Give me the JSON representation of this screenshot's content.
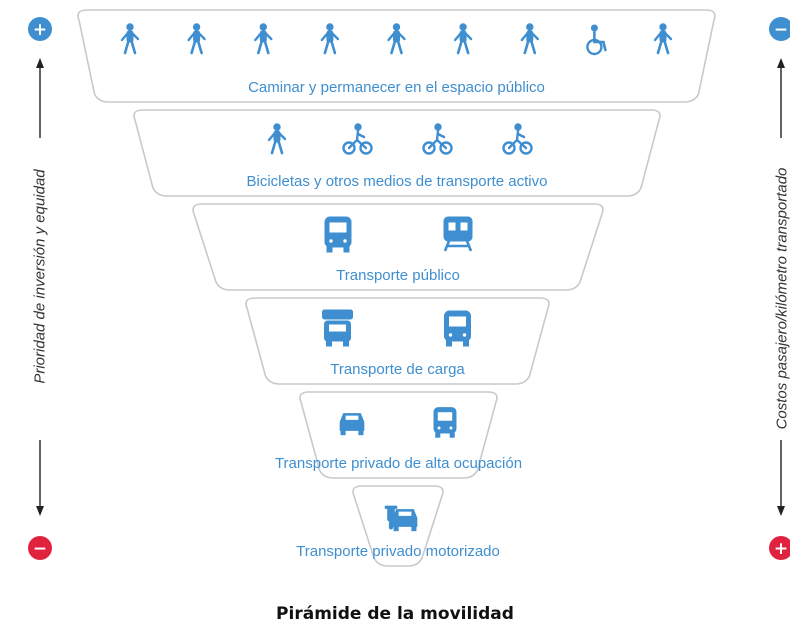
{
  "colors": {
    "accent_blue": "#3f8fd0",
    "accent_red": "#e0223e",
    "band_fill": "#ffffff",
    "band_stroke": "#c9c9c9"
  },
  "left_axis": {
    "label": "Prioridad de inversión y equidad",
    "top_sign": "+",
    "bottom_sign": "−"
  },
  "right_axis": {
    "label": "Costos pasajero/kilómetro transportado",
    "top_sign": "−",
    "bottom_sign": "+"
  },
  "tiers": [
    {
      "label": "Caminar y permanecer en el espacio público",
      "icons": [
        "running-kids-icon",
        "jogger-icon",
        "dog-walker-icon",
        "elderly-cane-icon",
        "family-walking-icon",
        "suitcase-walker-icon",
        "walking-person-icon",
        "wheelchair-icon",
        "conversation-icon"
      ]
    },
    {
      "label": "Bicicletas y otros medios de transporte activo",
      "icons": [
        "skateboarder-icon",
        "cargo-bike-icon",
        "tandem-bike-icon",
        "cyclist-icon"
      ]
    },
    {
      "label": "Transporte público",
      "icons": [
        "bus-icon",
        "train-icon"
      ]
    },
    {
      "label": "Transporte de carga",
      "icons": [
        "cargo-truck-icon",
        "delivery-van-icon"
      ]
    },
    {
      "label": "Transporte privado de alta ocupación",
      "icons": [
        "taxi-icon",
        "minibus-icon"
      ]
    },
    {
      "label": "Transporte privado motorizado",
      "icons": [
        "car-icon",
        "motorcycle-icon"
      ]
    }
  ],
  "caption": "Pirámide de la movilidad"
}
